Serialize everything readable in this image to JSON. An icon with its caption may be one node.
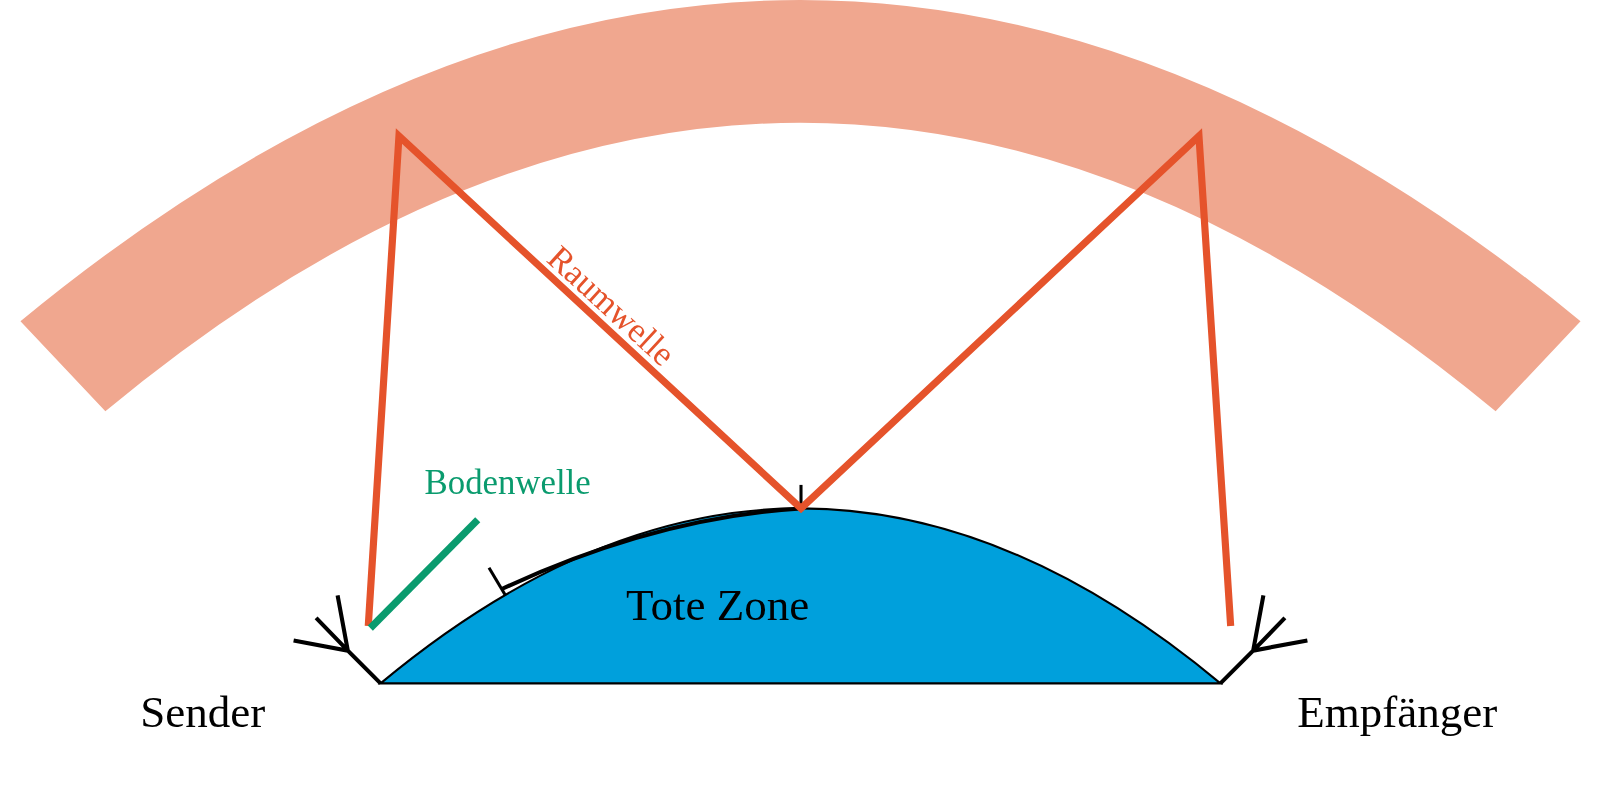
{
  "diagram": {
    "nodes": [
      {
        "text": [
          "Sender"
        ]
      },
      {
        "text": [
          "Tote Zone"
        ]
      },
      {
        "text": [
          "Empfänger"
        ]
      }
    ],
    "edges": [
      {
        "from": 0,
        "to": 2,
        "arrow": "none",
        "label": "Raumwelle"
      }
    ],
    "labels": [
      "Bodenwelle"
    ]
  }
}
